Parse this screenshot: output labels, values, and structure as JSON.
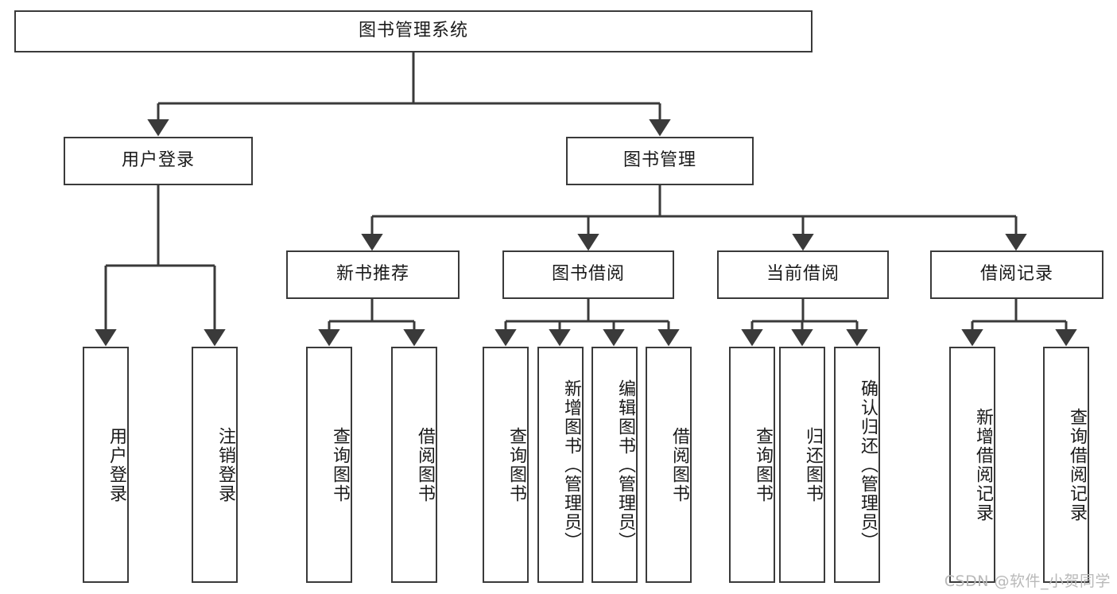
{
  "diagram": {
    "title": "图书管理系统",
    "type": "tree-hierarchy",
    "stroke_color": "#3a3a3a",
    "fill_color": "#ffffff",
    "text_color": "#1a1a1a"
  },
  "root": {
    "label": "图书管理系统"
  },
  "level2": [
    {
      "label": "用户登录"
    },
    {
      "label": "图书管理"
    }
  ],
  "level3": [
    {
      "label": "新书推荐"
    },
    {
      "label": "图书借阅"
    },
    {
      "label": "当前借阅"
    },
    {
      "label": "借阅记录"
    }
  ],
  "leaves": {
    "user_login": [
      {
        "label": "用户登录"
      },
      {
        "label": "注销登录"
      }
    ],
    "new_book_recommend": [
      {
        "label": "查询图书"
      },
      {
        "label": "借阅图书"
      }
    ],
    "book_borrow": [
      {
        "label": "查询图书"
      },
      {
        "label": "新增图书（管理员）"
      },
      {
        "label": "编辑图书（管理员）"
      },
      {
        "label": "借阅图书"
      }
    ],
    "current_borrow": [
      {
        "label": "查询图书"
      },
      {
        "label": "归还图书"
      },
      {
        "label": "确认归还（管理员）"
      }
    ],
    "borrow_record": [
      {
        "label": "新增借阅记录"
      },
      {
        "label": "查询借阅记录"
      }
    ]
  },
  "watermark": {
    "text": "CSDN @软件_小贺同学"
  }
}
